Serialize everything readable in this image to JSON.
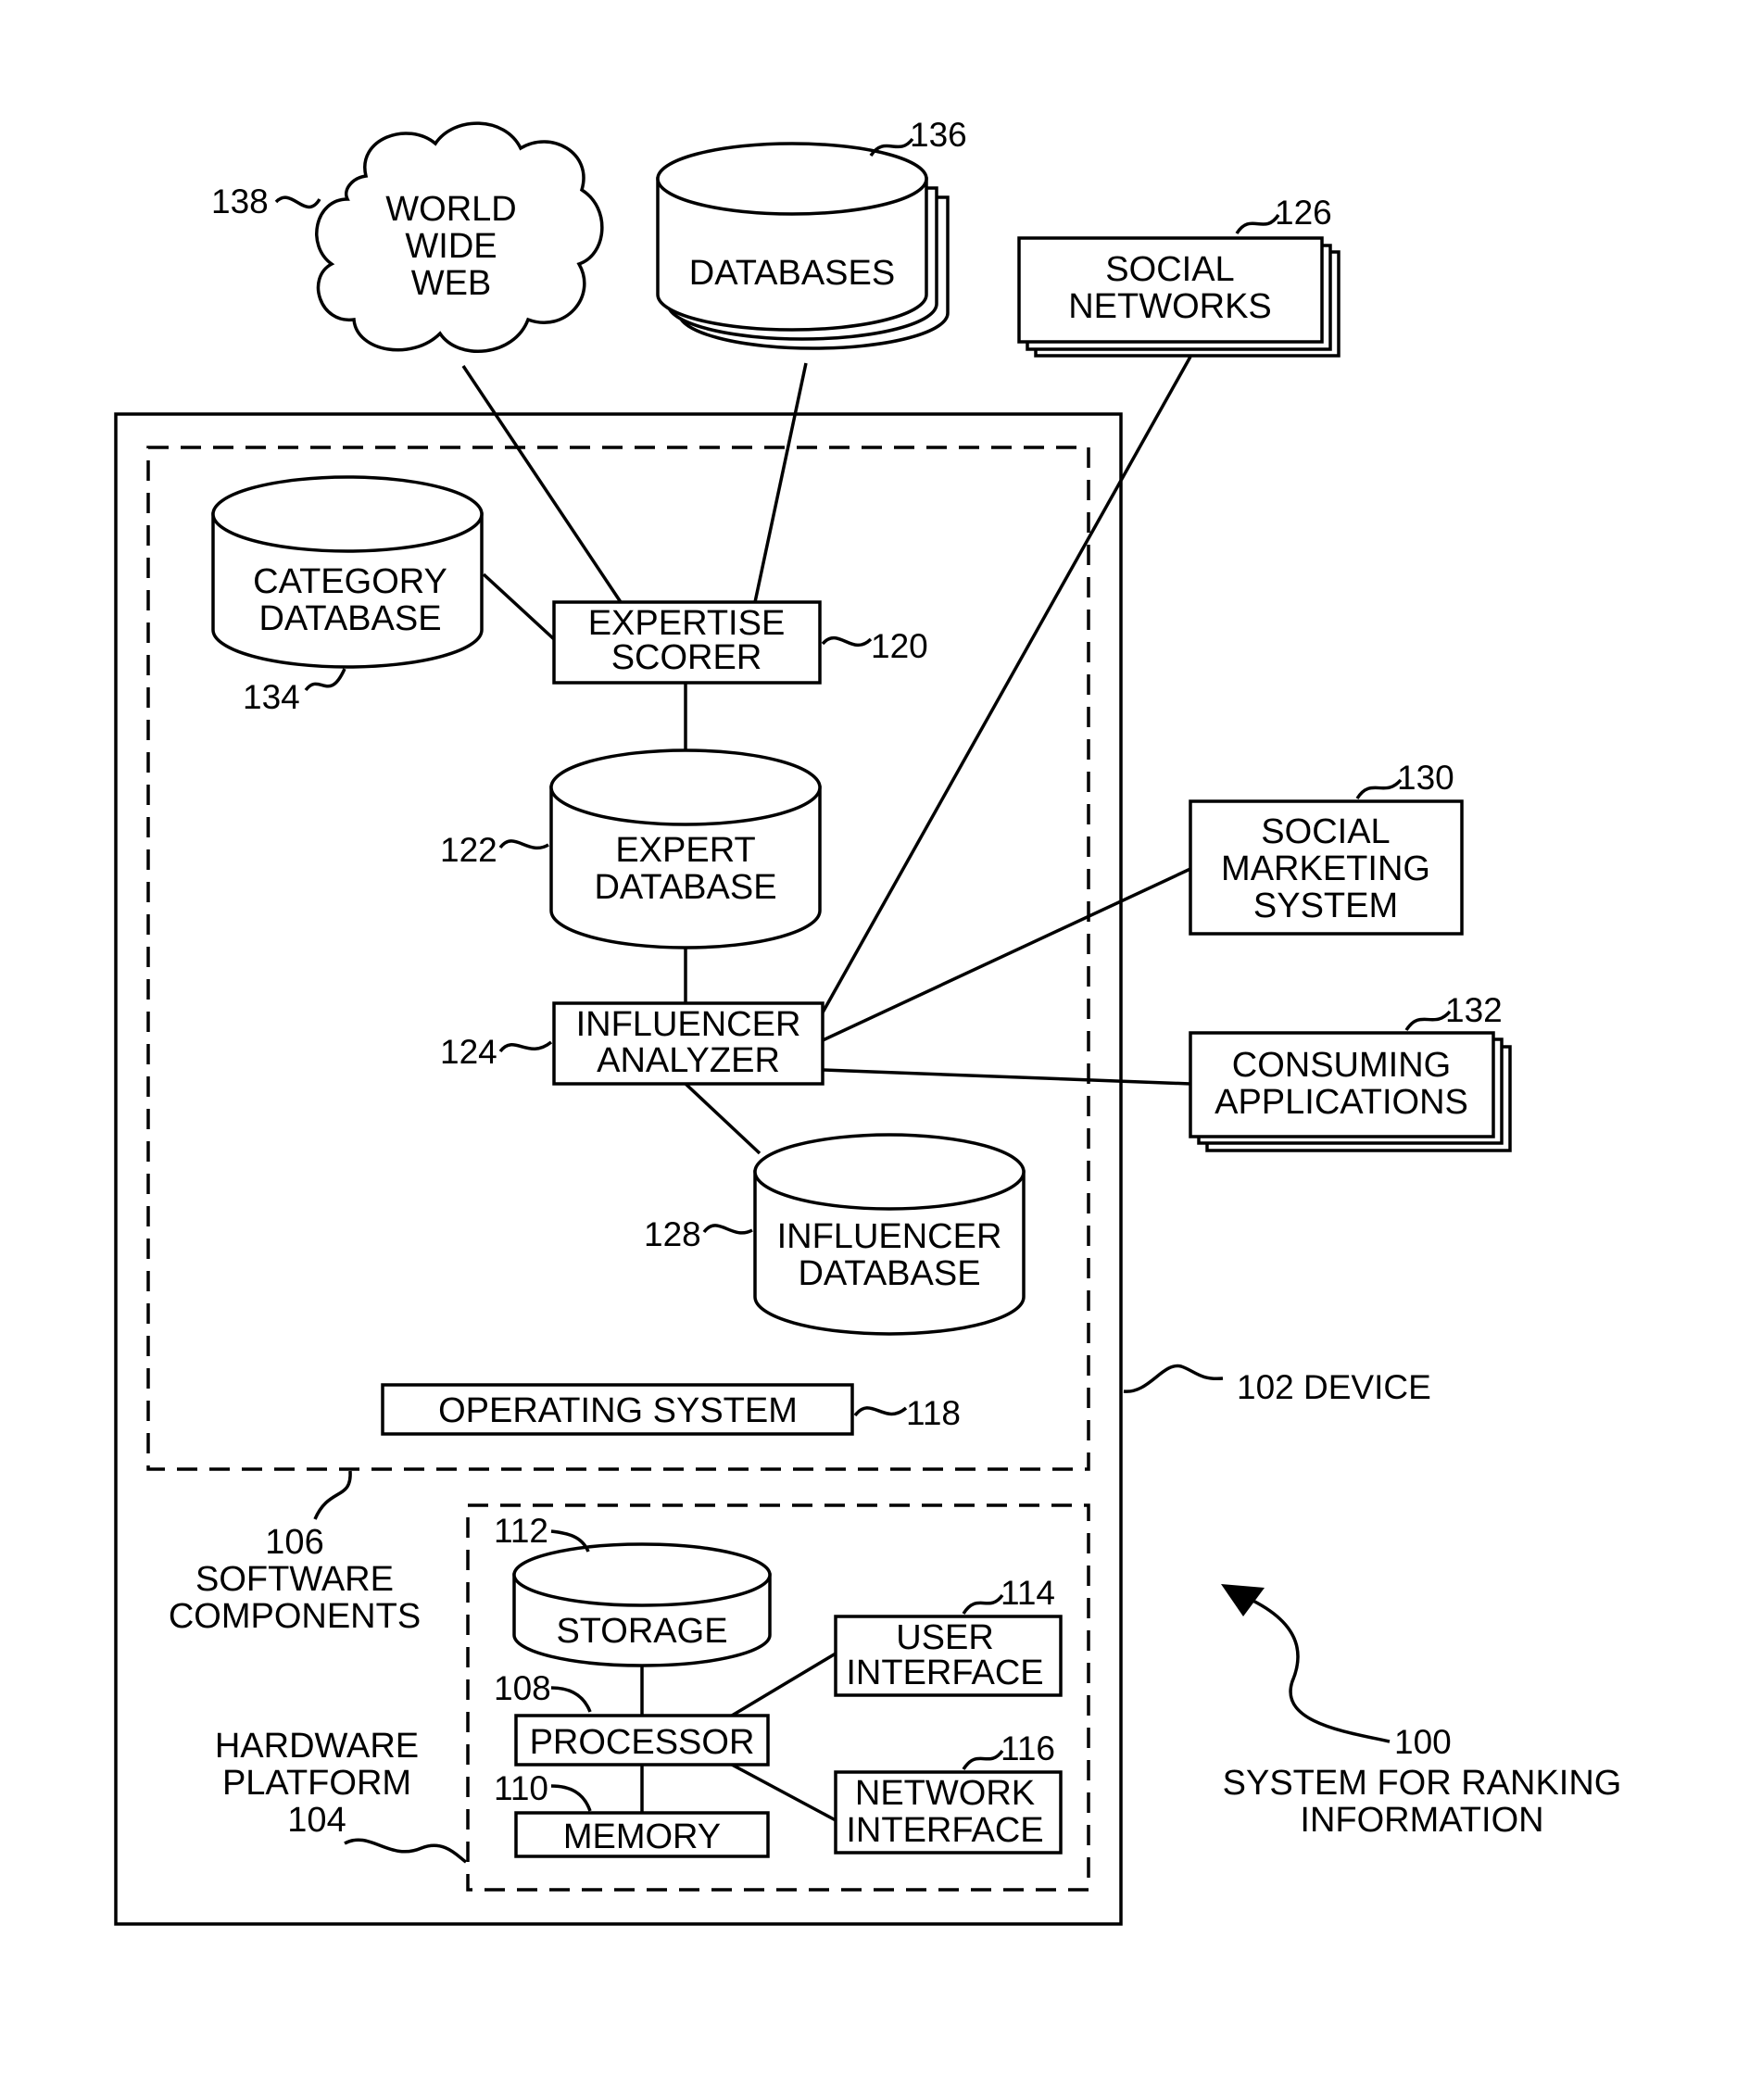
{
  "labels": {
    "world_wide_web": [
      "WORLD",
      "WIDE",
      "WEB"
    ],
    "databases": "DATABASES",
    "social_networks": [
      "SOCIAL",
      "NETWORKS"
    ],
    "category_database": [
      "CATEGORY",
      "DATABASE"
    ],
    "expertise_scorer": [
      "EXPERTISE",
      "SCORER"
    ],
    "expert_database": [
      "EXPERT",
      "DATABASE"
    ],
    "influencer_analyzer": [
      "INFLUENCER",
      "ANALYZER"
    ],
    "influencer_database": [
      "INFLUENCER",
      "DATABASE"
    ],
    "social_marketing_system": [
      "SOCIAL",
      "MARKETING",
      "SYSTEM"
    ],
    "consuming_applications": [
      "CONSUMING",
      "APPLICATIONS"
    ],
    "operating_system": "OPERATING SYSTEM",
    "storage": "STORAGE",
    "processor": "PROCESSOR",
    "memory": "MEMORY",
    "user_interface": [
      "USER",
      "INTERFACE"
    ],
    "network_interface": [
      "NETWORK",
      "INTERFACE"
    ],
    "software_components": [
      "106",
      "SOFTWARE",
      "COMPONENTS"
    ],
    "hardware_platform": [
      "HARDWARE",
      "PLATFORM",
      "104"
    ],
    "device": "102  DEVICE",
    "system": [
      "100",
      "SYSTEM FOR RANKING",
      "INFORMATION"
    ]
  },
  "refs": {
    "web": "138",
    "databases": "136",
    "social_networks": "126",
    "expertise_scorer": "120",
    "category_database": "134",
    "expert_database": "122",
    "social_marketing_system": "130",
    "consuming_applications": "132",
    "influencer_analyzer": "124",
    "influencer_database": "128",
    "operating_system": "118",
    "storage": "112",
    "user_interface": "114",
    "processor": "108",
    "network_interface": "116",
    "memory": "110"
  }
}
